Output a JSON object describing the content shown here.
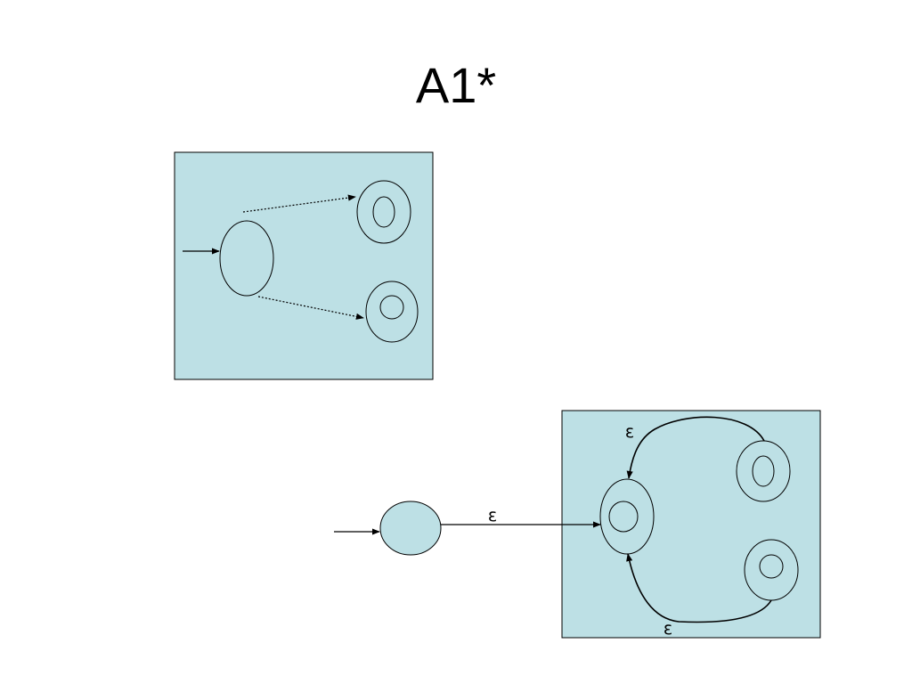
{
  "title": "A1*",
  "colors": {
    "panel_fill": "#bde0e5",
    "stroke": "#000000",
    "background": "#ffffff"
  },
  "diagram": {
    "upper_automaton": {
      "transitions_style": "dotted"
    },
    "lower_automaton": {
      "labels": {
        "epsilon_top": "ε",
        "epsilon_middle": "ε",
        "epsilon_bottom": "ε"
      }
    }
  }
}
